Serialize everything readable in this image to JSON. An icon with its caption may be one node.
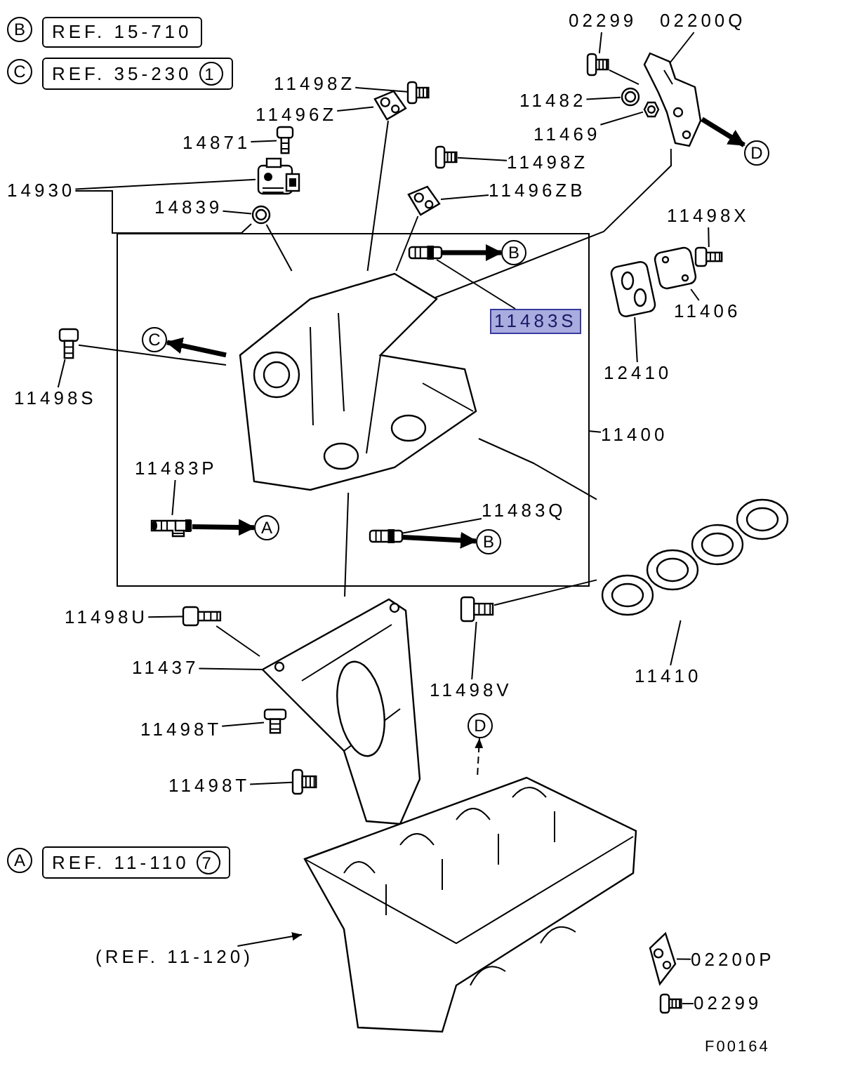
{
  "diagram": {
    "nodes": [
      {
        "text": [
          "B"
        ]
      },
      {
        "text": [
          "REF. 15-710"
        ]
      },
      {
        "text": [
          "C"
        ]
      },
      {
        "text": [
          "REF. 35-230"
        ]
      },
      {
        "text": [
          "1"
        ],
        "in": 3
      },
      {
        "text": [
          "A"
        ]
      },
      {
        "text": [
          "REF. 11-110"
        ]
      },
      {
        "text": [
          "7"
        ],
        "in": 6
      },
      {
        "text": [
          "11498Z"
        ]
      },
      {
        "text": [],
        "shape": "picture"
      },
      {
        "text": [
          "11496Z"
        ]
      },
      {
        "text": [],
        "shape": "picture"
      },
      {
        "text": [
          "14871"
        ]
      },
      {
        "text": [],
        "shape": "picture"
      },
      {
        "text": [
          "14930"
        ]
      },
      {
        "text": [],
        "shape": "picture"
      },
      {
        "text": [
          "14839"
        ]
      },
      {
        "text": [],
        "shape": "picture"
      },
      {
        "text": [
          "02299"
        ]
      },
      {
        "text": [],
        "shape": "picture"
      },
      {
        "text": [
          "02200Q"
        ]
      },
      {
        "text": [],
        "shape": "picture"
      },
      {
        "text": [
          "11482"
        ]
      },
      {
        "text": [],
        "shape": "picture"
      },
      {
        "text": [
          "11469"
        ]
      },
      {
        "text": [],
        "shape": "picture"
      },
      {
        "text": [
          "11498Z"
        ]
      },
      {
        "text": [],
        "shape": "picture"
      },
      {
        "text": [
          "11496ZB"
        ]
      },
      {
        "text": [],
        "shape": "picture"
      },
      {
        "text": [
          "11498X"
        ]
      },
      {
        "text": [],
        "shape": "picture"
      },
      {
        "text": [
          "11406"
        ]
      },
      {
        "text": [],
        "shape": "picture"
      },
      {
        "text": [
          "12410"
        ]
      },
      {
        "text": [],
        "shape": "picture"
      },
      {
        "text": [],
        "shape": "box"
      },
      {
        "text": [],
        "shape": "picture",
        "in": 36
      },
      {
        "text": [
          "11483S"
        ],
        "in": 36
      },
      {
        "text": [],
        "shape": "picture",
        "in": 36
      },
      {
        "text": [
          "B"
        ],
        "in": 36
      },
      {
        "text": [
          "C"
        ],
        "in": 36
      },
      {
        "text": [
          "11483P"
        ],
        "in": 36
      },
      {
        "text": [],
        "shape": "picture",
        "in": 36
      },
      {
        "text": [
          "A"
        ],
        "in": 36
      },
      {
        "text": [
          "11483Q"
        ],
        "in": 36
      },
      {
        "text": [],
        "shape": "picture",
        "in": 36
      },
      {
        "text": [
          "B"
        ],
        "in": 36
      },
      {
        "text": [
          "11400"
        ]
      },
      {
        "text": [
          "11498S"
        ]
      },
      {
        "text": [],
        "shape": "picture"
      },
      {
        "text": [
          "11498U"
        ]
      },
      {
        "text": [],
        "shape": "picture"
      },
      {
        "text": [
          "11437"
        ]
      },
      {
        "text": [],
        "shape": "picture"
      },
      {
        "text": [
          "11498V"
        ]
      },
      {
        "text": [],
        "shape": "picture"
      },
      {
        "text": [
          "11410"
        ]
      },
      {
        "text": [],
        "shape": "picture"
      },
      {
        "text": [
          "11498T"
        ]
      },
      {
        "text": [],
        "shape": "picture"
      },
      {
        "text": [
          "11498T"
        ]
      },
      {
        "text": [],
        "shape": "picture"
      },
      {
        "text": [
          "D"
        ]
      },
      {
        "text": [
          "D"
        ]
      },
      {
        "text": [],
        "shape": "picture"
      },
      {
        "text": [
          "(REF. 11-120)"
        ]
      },
      {
        "text": [
          "02200P"
        ]
      },
      {
        "text": [],
        "shape": "picture"
      },
      {
        "text": [
          "02299"
        ]
      },
      {
        "text": [],
        "shape": "picture"
      }
    ],
    "edges": [
      {
        "from": 8,
        "to": 9,
        "arrow": "none"
      },
      {
        "from": 10,
        "to": 11,
        "arrow": "none"
      },
      {
        "from": 12,
        "to": 13,
        "arrow": "none"
      },
      {
        "from": 14,
        "to": 15,
        "arrow": "none"
      },
      {
        "from": 14,
        "to": 17,
        "arrow": "none"
      },
      {
        "from": 16,
        "to": 17,
        "arrow": "none"
      },
      {
        "from": 18,
        "to": 19,
        "arrow": "none"
      },
      {
        "from": 20,
        "to": 21,
        "arrow": "none"
      },
      {
        "from": 22,
        "to": 23,
        "arrow": "none"
      },
      {
        "from": 24,
        "to": 25,
        "arrow": "none"
      },
      {
        "from": 26,
        "to": 27,
        "arrow": "none"
      },
      {
        "from": 28,
        "to": 29,
        "arrow": "none"
      },
      {
        "from": 30,
        "to": 31,
        "arrow": "none"
      },
      {
        "from": 32,
        "to": 33,
        "arrow": "none"
      },
      {
        "from": 34,
        "to": 35,
        "arrow": "none"
      },
      {
        "from": 38,
        "to": 39,
        "arrow": "none"
      },
      {
        "from": 42,
        "to": 43,
        "arrow": "none"
      },
      {
        "from": 45,
        "to": 46,
        "arrow": "none"
      },
      {
        "from": 48,
        "to": 36,
        "arrow": "none"
      },
      {
        "from": 49,
        "to": 50,
        "arrow": "none"
      },
      {
        "from": 51,
        "to": 52,
        "arrow": "none"
      },
      {
        "from": 53,
        "to": 54,
        "arrow": "none"
      },
      {
        "from": 55,
        "to": 56,
        "arrow": "none"
      },
      {
        "from": 57,
        "to": 58,
        "arrow": "none"
      },
      {
        "from": 59,
        "to": 60,
        "arrow": "none"
      },
      {
        "from": 61,
        "to": 62,
        "arrow": "none"
      },
      {
        "from": 66,
        "to": 65,
        "arrow": "to"
      },
      {
        "from": 67,
        "to": 68,
        "arrow": "none"
      },
      {
        "from": 69,
        "to": 70,
        "arrow": "none"
      },
      {
        "from": 21,
        "to": 63,
        "arrow": "to",
        "style": "thick"
      },
      {
        "from": 39,
        "to": 40,
        "arrow": "to",
        "style": "thick"
      },
      {
        "from": 37,
        "to": 41,
        "arrow": "to",
        "style": "thick"
      },
      {
        "from": 43,
        "to": 44,
        "arrow": "to",
        "style": "thick"
      },
      {
        "from": 46,
        "to": 47,
        "arrow": "to",
        "style": "thick"
      },
      {
        "from": 65,
        "to": 64,
        "arrow": "to",
        "style": "dashed"
      },
      {
        "from": 11,
        "to": 37,
        "arrow": "none"
      },
      {
        "from": 17,
        "to": 37,
        "arrow": "none"
      },
      {
        "from": 29,
        "to": 37,
        "arrow": "none"
      },
      {
        "from": 21,
        "to": 37,
        "arrow": "none"
      },
      {
        "from": 50,
        "to": 37,
        "arrow": "none"
      },
      {
        "from": 52,
        "to": 54,
        "arrow": "none"
      },
      {
        "from": 56,
        "to": 58,
        "arrow": "none"
      },
      {
        "from": 58,
        "to": 37,
        "arrow": "none"
      },
      {
        "from": 54,
        "to": 37,
        "arrow": "none"
      },
      {
        "from": 19,
        "to": 21,
        "arrow": "none"
      }
    ],
    "labels": [
      "F00164"
    ]
  }
}
